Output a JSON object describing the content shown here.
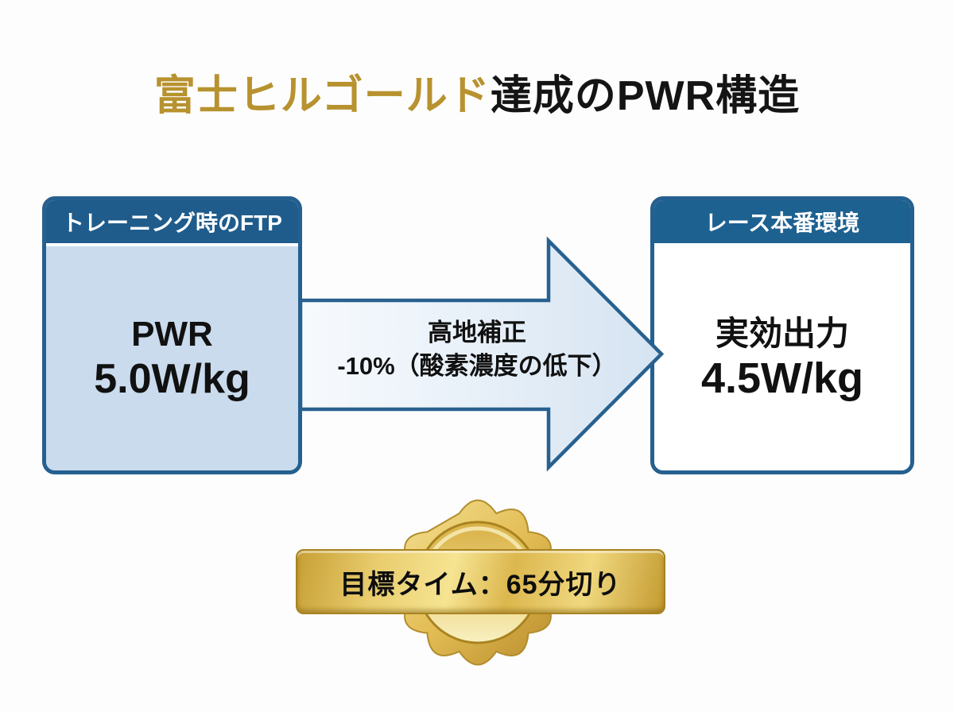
{
  "title": {
    "highlight": "富士ヒルゴールド",
    "rest": "達成のPWR構造"
  },
  "left_card": {
    "header": "トレーニング時のFTP",
    "metric_label": "PWR",
    "metric_value": "5.0W/kg"
  },
  "arrow": {
    "caption_line1": "高地補正",
    "caption_line2": "-10%（酸素濃度の低下）"
  },
  "right_card": {
    "header": "レース本番環境",
    "metric_label": "実効出力",
    "metric_value": "4.5W/kg"
  },
  "badge": {
    "label": "目標タイム：65分切り"
  },
  "colors": {
    "title_gold": "#b7922f",
    "title_dark": "#141414",
    "header_blue_left": "#1f5c8c",
    "header_blue_right": "#1d6191",
    "card_border_blue": "#25608f",
    "card_body_light_blue": "#c9dbed",
    "arrow_border_blue": "#28618f",
    "arrow_fill_light": "#f7fafd",
    "arrow_fill_blue": "#d5e3f1",
    "gold_light": "#f4e296",
    "gold_mid": "#e3bd55",
    "gold_dark": "#b6892a",
    "background": "#fdfdfd"
  }
}
